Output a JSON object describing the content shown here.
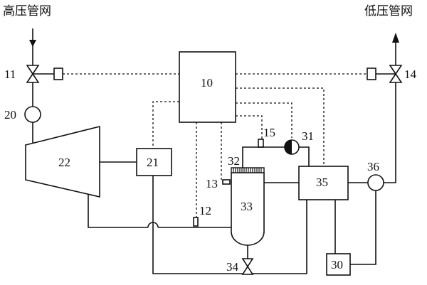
{
  "headings": {
    "high_pressure": "高压管网",
    "low_pressure": "低压管网"
  },
  "labels": {
    "n10": "10",
    "n11": "11",
    "n12": "12",
    "n13": "13",
    "n14": "14",
    "n15": "15",
    "n20": "20",
    "n21": "21",
    "n22": "22",
    "n30": "30",
    "n31": "31",
    "n32": "32",
    "n33": "33",
    "n34": "34",
    "n35": "35",
    "n36": "36"
  }
}
